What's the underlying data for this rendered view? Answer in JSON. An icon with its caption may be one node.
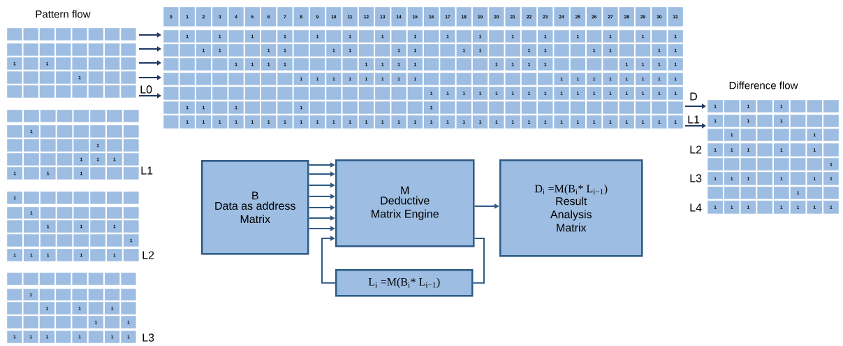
{
  "diagram": {
    "nodes": [
      {
        "text": [
          "B",
          "Data as address Matrix"
        ]
      },
      {
        "text": [
          "M",
          "Deductive Matrix Engine"
        ]
      },
      {
        "text": [
          "D$_{i}$ =M(B$_{i}$* L$_{i−1}$)",
          "Result Analysis Matrix"
        ]
      },
      {
        "text": [
          "L$_{i}$ =M(B$_{i}$* L$_{i−1}$)"
        ]
      }
    ],
    "edges": [
      {
        "from": 0,
        "to": 1,
        "arrow": "to"
      },
      {
        "from": 0,
        "to": 1,
        "arrow": "to"
      },
      {
        "from": 0,
        "to": 1,
        "arrow": "to"
      },
      {
        "from": 0,
        "to": 1,
        "arrow": "to"
      },
      {
        "from": 0,
        "to": 1,
        "arrow": "to"
      },
      {
        "from": 0,
        "to": 1,
        "arrow": "to"
      },
      {
        "from": 0,
        "to": 1,
        "arrow": "to"
      },
      {
        "from": 1,
        "to": 2,
        "arrow": "to"
      },
      {
        "from": 1,
        "to": 3,
        "arrow": "none"
      },
      {
        "from": 3,
        "to": 1,
        "arrow": "to"
      }
    ],
    "labels": [
      "Pattern flow",
      "1",
      "1",
      "1",
      "L0",
      "1",
      "1",
      "1",
      "1",
      "1",
      "1",
      "1",
      "1",
      "L1",
      "1",
      "1",
      "1",
      "1",
      "1",
      "1",
      "1",
      "1",
      "1",
      "1",
      "1",
      "L2",
      "1",
      "1",
      "1",
      "1",
      "1",
      "1",
      "1",
      "1",
      "1",
      "1",
      "1",
      "1",
      "L3",
      "0",
      "1",
      "2",
      "3",
      "4",
      "5",
      "6",
      "7",
      "8",
      "9",
      "10",
      "11",
      "12",
      "13",
      "14",
      "15",
      "16",
      "17",
      "18",
      "19",
      "20",
      "21",
      "22",
      "23",
      "24",
      "25",
      "26",
      "27",
      "28",
      "29",
      "30",
      "31",
      "1",
      "1",
      "1",
      "1",
      "1",
      "1",
      "1",
      "1",
      "1",
      "1",
      "1",
      "1",
      "1",
      "1",
      "1",
      "1",
      "1",
      "1",
      "1",
      "1",
      "1",
      "1",
      "1",
      "1",
      "1",
      "1",
      "1",
      "1",
      "1",
      "1",
      "1",
      "1",
      "1",
      "1",
      "1",
      "1",
      "1",
      "1",
      "1",
      "1",
      "1",
      "1",
      "1",
      "1",
      "1",
      "1",
      "1",
      "1",
      "1",
      "1",
      "1",
      "1",
      "1",
      "1",
      "1",
      "1",
      "1",
      "1",
      "1",
      "1",
      "1",
      "1",
      "1",
      "1",
      "1",
      "1",
      "1",
      "1",
      "1",
      "1",
      "1",
      "1",
      "1",
      "1",
      "1",
      "1",
      "1",
      "1",
      "1",
      "1",
      "1",
      "1",
      "1",
      "1",
      "1",
      "1",
      "1",
      "1",
      "1",
      "1",
      "1",
      "1",
      "1",
      "1",
      "1",
      "1",
      "1",
      "1",
      "1",
      "1",
      "1",
      "1",
      "1",
      "1",
      "1",
      "1",
      "1",
      "1",
      "1",
      "1",
      "1",
      "1",
      "1",
      "1",
      "1",
      "1",
      "Difference flow",
      "D",
      "L1",
      "1",
      "1",
      "1",
      "1",
      "1",
      "1",
      "1",
      "1",
      "1",
      "1",
      "1",
      "1",
      "1",
      "1",
      "1",
      "1",
      "1",
      "1",
      "1",
      "1",
      "1",
      "1",
      "1",
      "1",
      "1",
      "1",
      "1",
      "1",
      "L2",
      "L3",
      "L4"
    ]
  }
}
